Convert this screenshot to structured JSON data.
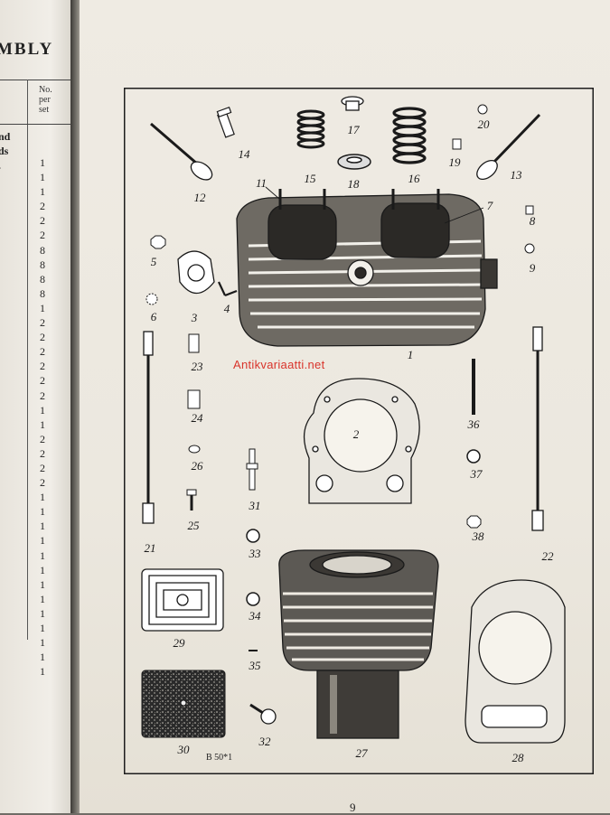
{
  "left_page": {
    "title": "MBLY",
    "column_heading": [
      "No.",
      "per",
      "set"
    ],
    "side_fragments": [
      "nd",
      "ds",
      "."
    ],
    "quantities": [
      "1",
      "1",
      "1",
      "2",
      "2",
      "2",
      "8",
      "8",
      "8",
      "8",
      "1",
      "2",
      "2",
      "2",
      "2",
      "2",
      "2",
      "1",
      "1",
      "2",
      "2",
      "2",
      "2",
      "1",
      "1",
      "1",
      "1",
      "1",
      "1",
      "1",
      "1",
      "1",
      "1",
      "1",
      "1",
      "1"
    ]
  },
  "diagram": {
    "part_labels": [
      {
        "id": "p1",
        "text": "1"
      },
      {
        "id": "p2",
        "text": "2"
      },
      {
        "id": "p3",
        "text": "3"
      },
      {
        "id": "p4",
        "text": "4"
      },
      {
        "id": "p5",
        "text": "5"
      },
      {
        "id": "p6",
        "text": "6"
      },
      {
        "id": "p7",
        "text": "7"
      },
      {
        "id": "p8",
        "text": "8"
      },
      {
        "id": "p9",
        "text": "9"
      },
      {
        "id": "p11",
        "text": "11"
      },
      {
        "id": "p12",
        "text": "12"
      },
      {
        "id": "p13",
        "text": "13"
      },
      {
        "id": "p14",
        "text": "14"
      },
      {
        "id": "p15",
        "text": "15"
      },
      {
        "id": "p16",
        "text": "16"
      },
      {
        "id": "p17",
        "text": "17"
      },
      {
        "id": "p18",
        "text": "18"
      },
      {
        "id": "p19",
        "text": "19"
      },
      {
        "id": "p20",
        "text": "20"
      },
      {
        "id": "p21",
        "text": "21"
      },
      {
        "id": "p22",
        "text": "22"
      },
      {
        "id": "p23",
        "text": "23"
      },
      {
        "id": "p24",
        "text": "24"
      },
      {
        "id": "p25",
        "text": "25"
      },
      {
        "id": "p26",
        "text": "26"
      },
      {
        "id": "p27",
        "text": "27"
      },
      {
        "id": "p28",
        "text": "28"
      },
      {
        "id": "p29",
        "text": "29"
      },
      {
        "id": "p30",
        "text": "30"
      },
      {
        "id": "p31",
        "text": "31"
      },
      {
        "id": "p32",
        "text": "32"
      },
      {
        "id": "p33",
        "text": "33"
      },
      {
        "id": "p34",
        "text": "34"
      },
      {
        "id": "p35",
        "text": "35"
      },
      {
        "id": "p36",
        "text": "36"
      },
      {
        "id": "p37",
        "text": "37"
      },
      {
        "id": "p38",
        "text": "38"
      }
    ],
    "figure_ref": "B 50*1"
  },
  "watermark": "Antikvariaatti.net",
  "page_number": "9",
  "colors": {
    "ink": "#1a1a1a",
    "paper": "#ece8df",
    "watermark": "#d9342b"
  }
}
